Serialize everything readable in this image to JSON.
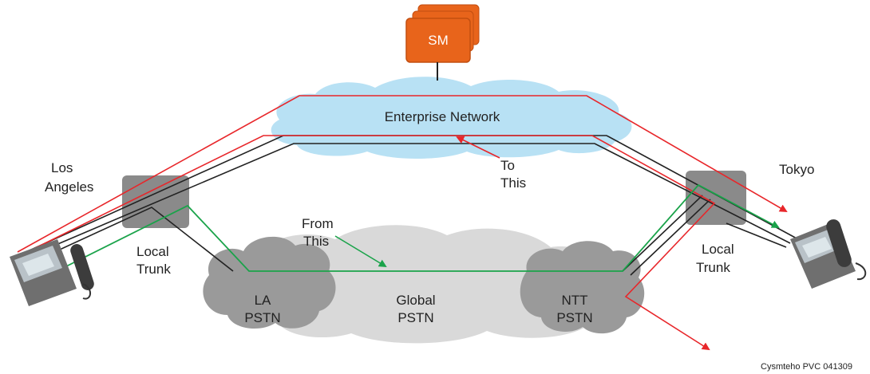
{
  "sm_label": "SM",
  "enterprise_label": "Enterprise Network",
  "los_angeles": [
    "Los",
    "Angeles"
  ],
  "tokyo": "Tokyo",
  "local_trunk_left": [
    "Local",
    "Trunk"
  ],
  "local_trunk_right": [
    "Local",
    "Trunk"
  ],
  "to_this": [
    "To",
    "This"
  ],
  "from_this": [
    "From",
    "This"
  ],
  "la_pstn": [
    "LA",
    "PSTN"
  ],
  "global_pstn": [
    "Global",
    "PSTN"
  ],
  "ntt_pstn": [
    "NTT",
    "PSTN"
  ],
  "credit": "Cysmteho PVC 041309",
  "colors": {
    "red": "#e8262a",
    "green": "#1aa34a",
    "black": "#222222",
    "cloud_blue": "#b8e1f4",
    "pstn_gray": "#9a9a9a",
    "global_gray": "#d9d9d9",
    "gateway_gray": "#8a8a8a",
    "sm_orange": "#e8641b"
  }
}
